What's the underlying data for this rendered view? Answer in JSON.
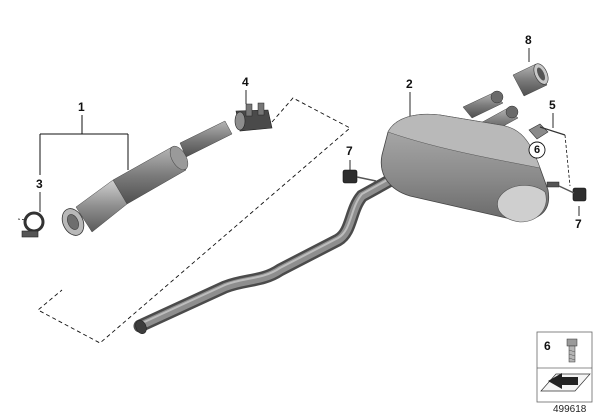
{
  "callouts": {
    "c1": "1",
    "c2": "2",
    "c3": "3",
    "c4": "4",
    "c5": "5",
    "c6": "6",
    "c7a": "7",
    "c7b": "7",
    "c8": "8"
  },
  "legend": {
    "bolt_number": "6"
  },
  "diagram_id": "499618",
  "colors": {
    "part_fill": "#8e8e8e",
    "part_dark": "#5d5d5d",
    "part_light": "#c4c4c4",
    "mount_fill": "#3a3a3a",
    "line": "#111111"
  }
}
